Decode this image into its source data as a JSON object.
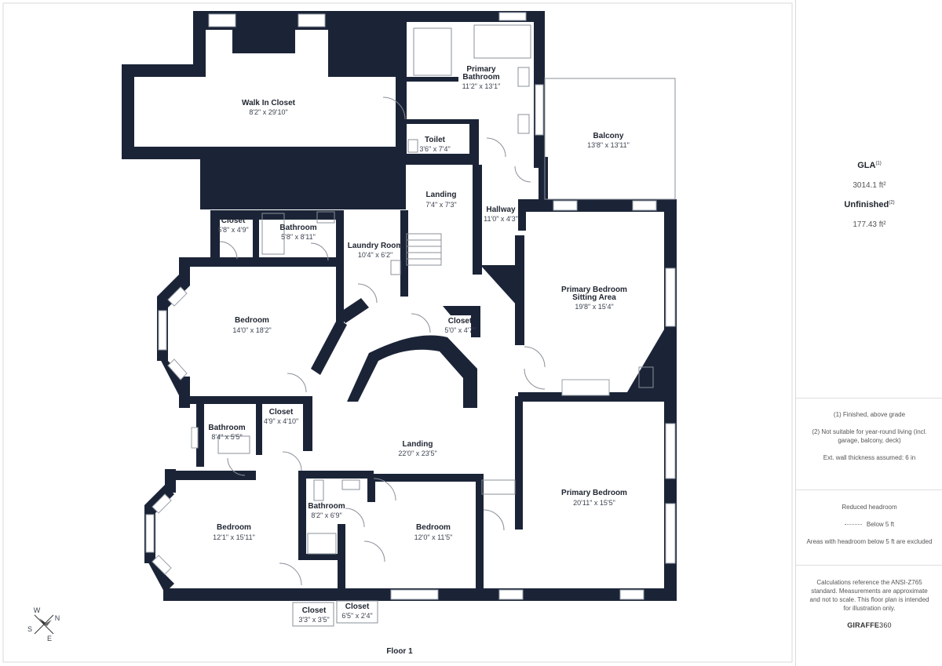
{
  "floor_label": "Floor 1",
  "compass": {
    "w": "W",
    "n": "N",
    "s": "S",
    "e": "E"
  },
  "rooms": [
    {
      "id": "walkin",
      "name": "Walk In Closet",
      "dim": "8'2\" x 29'10\""
    },
    {
      "id": "pbath",
      "name": "Primary",
      "name2": "Bathroom",
      "dim": "11'2\" x 13'1\""
    },
    {
      "id": "toilet",
      "name": "Toilet",
      "dim": "3'6\" x 7'4\""
    },
    {
      "id": "balcony",
      "name": "Balcony",
      "dim": "13'8\" x 13'11\""
    },
    {
      "id": "landing_top",
      "name": "Landing",
      "dim": "7'4\" x 7'3\""
    },
    {
      "id": "hallway",
      "name": "Hallway",
      "dim": "11'0\" x 4'3\""
    },
    {
      "id": "closet_nw",
      "name": "Closet",
      "dim": "5'8\" x 4'9\""
    },
    {
      "id": "bath_nw",
      "name": "Bathroom",
      "dim": "5'8\" x 8'11\""
    },
    {
      "id": "laundry",
      "name": "Laundry Room",
      "dim": "10'4\" x 6'2\""
    },
    {
      "id": "sitting",
      "name": "Primary Bedroom",
      "name2": "Sitting Area",
      "dim": "19'8\" x 15'4\""
    },
    {
      "id": "bed_w",
      "name": "Bedroom",
      "dim": "14'0\" x 18'2\""
    },
    {
      "id": "closet_c",
      "name": "Closet",
      "dim": "5'0\" x 4'7\""
    },
    {
      "id": "bath_w",
      "name": "Bathroom",
      "dim": "8'4\" x 5'5\""
    },
    {
      "id": "closet_w",
      "name": "Closet",
      "dim": "4'9\" x 4'10\""
    },
    {
      "id": "landing_main",
      "name": "Landing",
      "dim": "22'0\" x 23'5\""
    },
    {
      "id": "pbed",
      "name": "Primary Bedroom",
      "dim": "20'11\" x 15'5\""
    },
    {
      "id": "bath_s",
      "name": "Bathroom",
      "dim": "8'2\" x 6'9\""
    },
    {
      "id": "bed_sw",
      "name": "Bedroom",
      "dim": "12'1\" x 15'11\""
    },
    {
      "id": "bed_s",
      "name": "Bedroom",
      "dim": "12'0\" x 11'5\""
    },
    {
      "id": "closet_s1",
      "name": "Closet",
      "dim": "3'3\" x 3'5\""
    },
    {
      "id": "closet_s2",
      "name": "Closet",
      "dim": "6'5\" x 2'4\""
    }
  ],
  "panel": {
    "gla_label": "GLA",
    "gla_sup": "(1)",
    "gla_value": "3014.1 ft²",
    "unfinished_label": "Unfinished",
    "unfinished_sup": "(2)",
    "unfinished_value": "177.43 ft²",
    "note1": "(1) Finished, above grade",
    "note2": "(2) Not suitable for year-round living (incl. garage, balcony, deck)",
    "note3": "Ext. wall thickness assumed: 6 in",
    "headroom_title": "Reduced headroom",
    "headroom_legend": "Below 5 ft",
    "headroom_note": "Areas with headroom below 5 ft are excluded",
    "calc_note": "Calculations reference the ANSI-Z765 standard. Measurements are approximate and not to scale. This floor plan is intended for illustration only.",
    "brand_bold": "GIRAFFE",
    "brand_num": "360"
  },
  "colors": {
    "wall": "#1b2437",
    "window": "#ffffff",
    "line": "#9aa0a8"
  }
}
